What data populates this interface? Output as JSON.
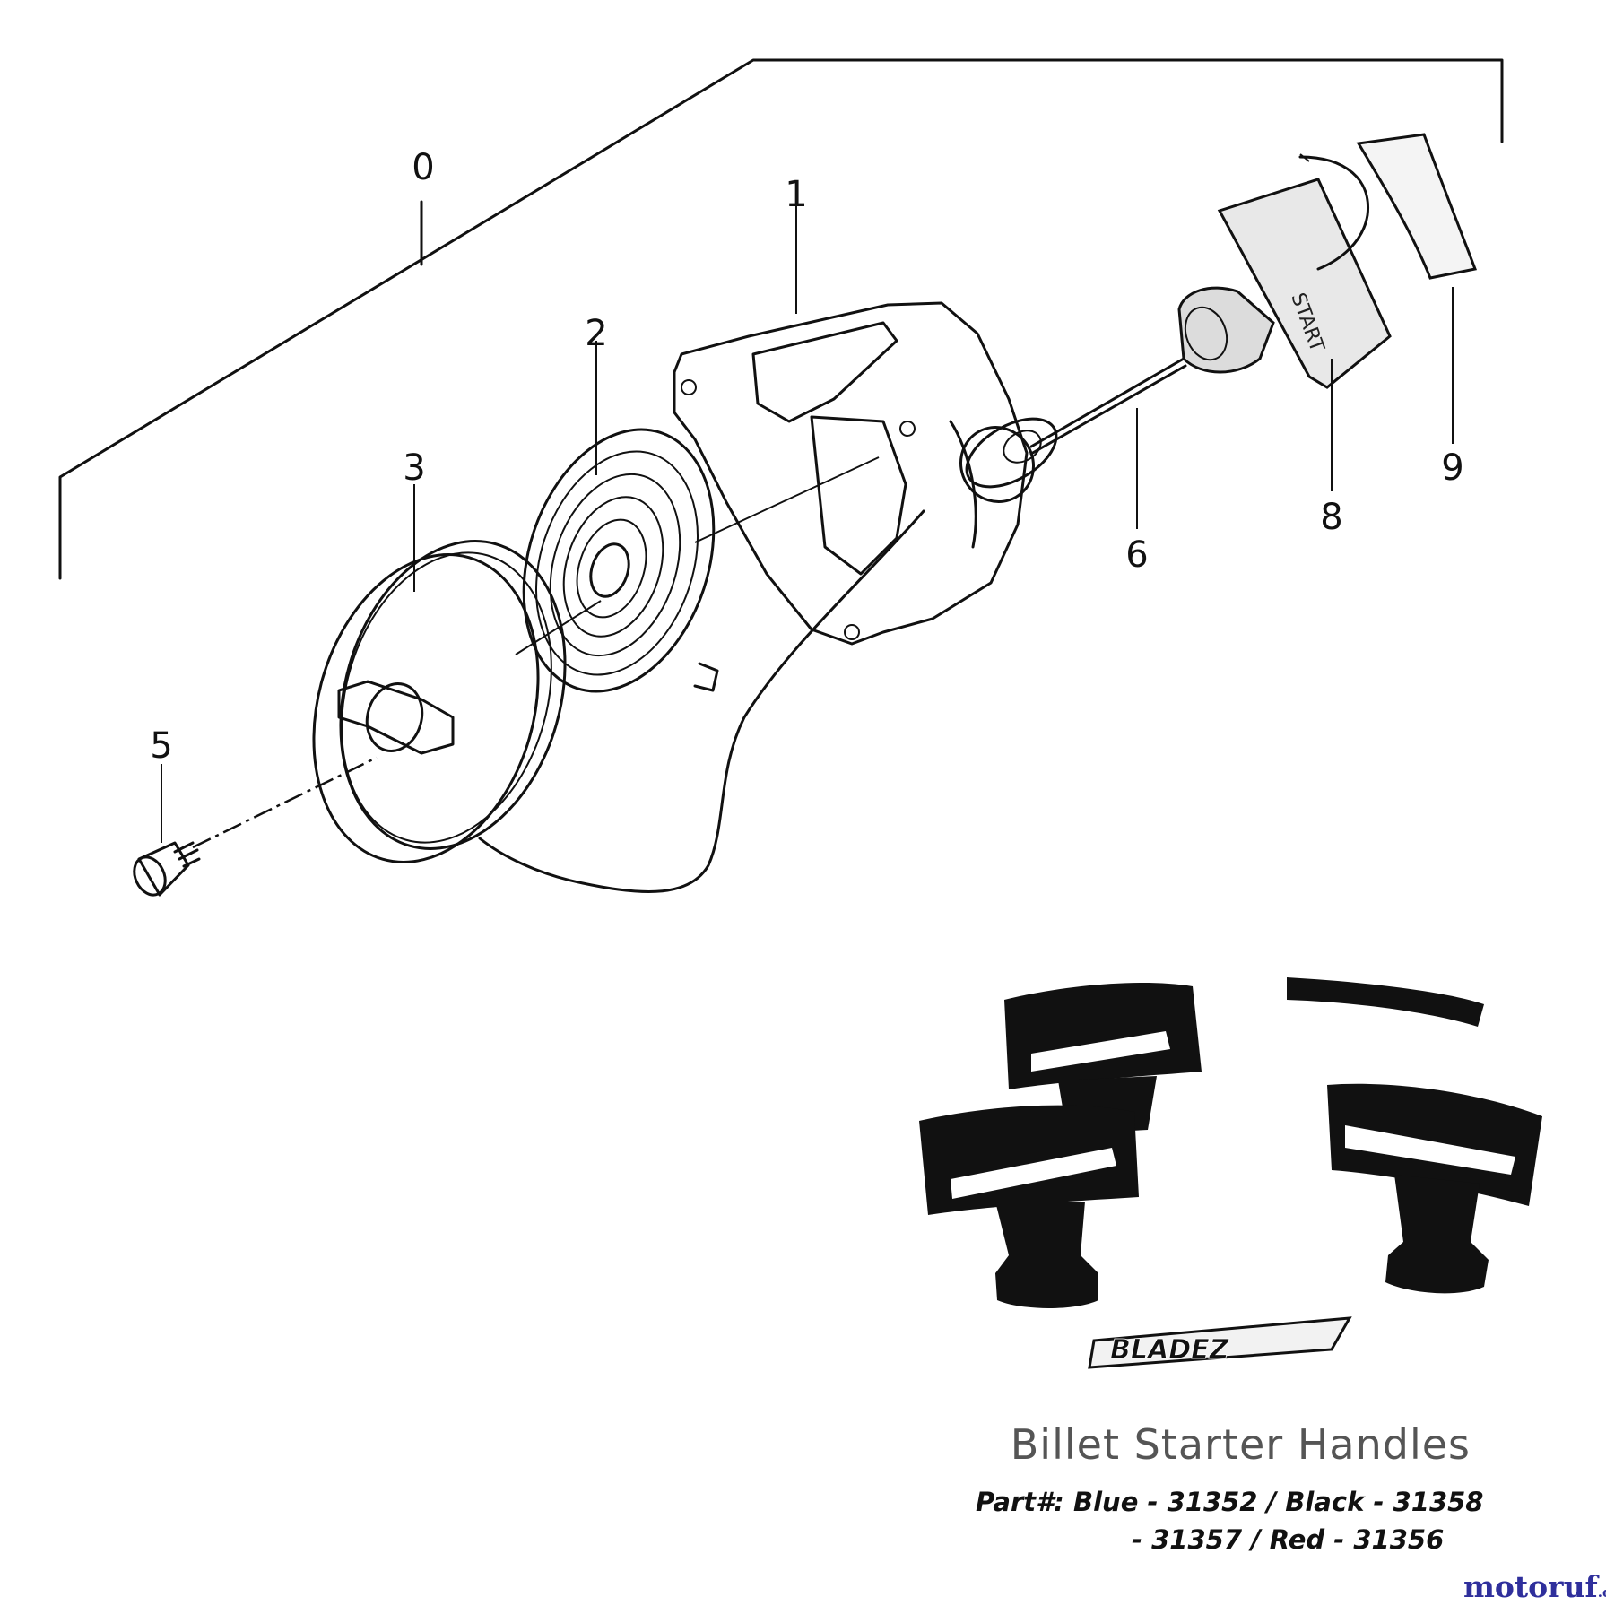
{
  "callouts": {
    "c0": "0",
    "c1": "1",
    "c2": "2",
    "c3": "3",
    "c5": "5",
    "c6": "6",
    "c8": "8",
    "c9": "9"
  },
  "handle_text": "START",
  "logo_text": "BLADEZ",
  "caption": {
    "title": "Billet Starter Handles",
    "line1": "Part#:  Blue - 31352 / Black - 31358",
    "line2": "- 31357 / Red - 31356"
  },
  "watermark": {
    "main": "motoruf",
    "suffix": ".de"
  }
}
